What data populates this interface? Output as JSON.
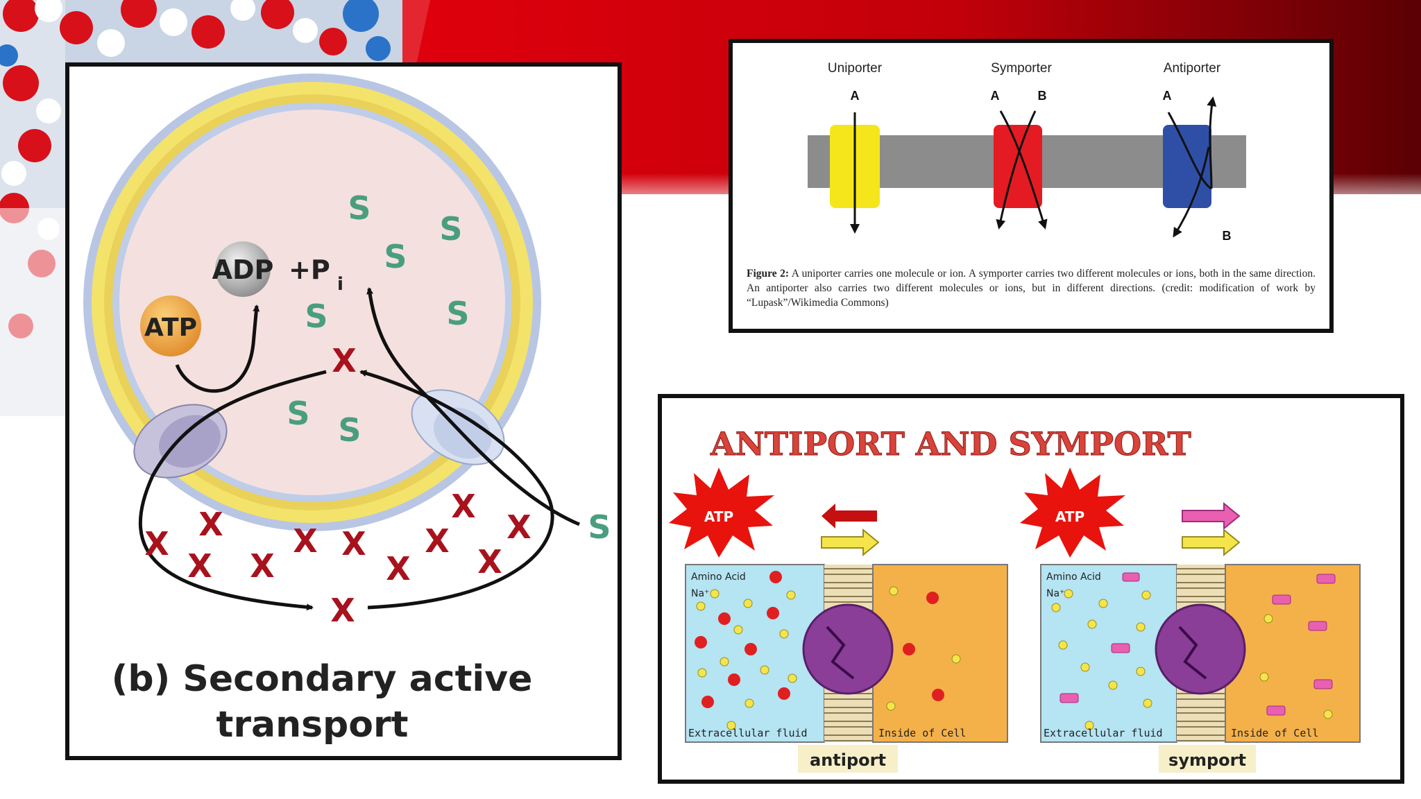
{
  "colors": {
    "slide_red": "#c4000a",
    "slide_dark_red": "#5a0004",
    "x_red": "#a8121c",
    "s_green": "#4a9e80",
    "membrane_yellow": "#f4e36a",
    "membrane_blue": "#a9bedf",
    "uniporter_yellow": "#f4e61a",
    "symporter_red": "#e41b23",
    "antiporter_blue": "#2f4fa7",
    "title_red": "#d8433a",
    "fluid_blue": "#b5e4f2",
    "cell_orange": "#f4b14a",
    "atp_orange": "#f0a640",
    "pink": "#e960b0"
  },
  "secondary_transport": {
    "adp": "ADP",
    "pi": "+P",
    "pi_sub": "i",
    "atp": "ATP",
    "s_label": "S",
    "x_label": "X",
    "title_line1": "(b) Secondary active",
    "title_line2": "transport"
  },
  "porters": {
    "uniporter": "Uniporter",
    "symporter": "Symporter",
    "antiporter": "Antiporter",
    "a": "A",
    "b": "B",
    "caption_label": "Figure 2:",
    "caption_text": " A uniporter carries one molecule or ion. A symporter carries two different molecules or ions, both in the same direction. An antiporter also carries two different molecules or ions, but in different directions. (credit: modification of work by “Lupask”/Wikimedia Commons)"
  },
  "antiport_symport": {
    "title": "ANTIPORT AND SYMPORT",
    "atp": "ATP",
    "amino_acid": "Amino Acid",
    "na": "Na⁺",
    "extracellular": "Extracellular fluid",
    "inside": "Inside of Cell",
    "antiport": "antiport",
    "symport": "symport"
  }
}
